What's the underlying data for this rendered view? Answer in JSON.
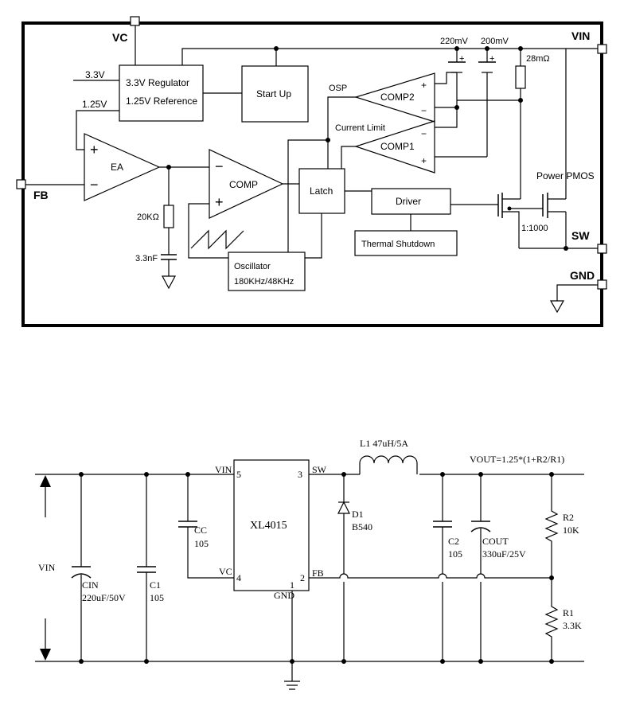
{
  "block": {
    "pins": {
      "vc": "VC",
      "vin": "VIN",
      "fb": "FB",
      "sw": "SW",
      "gnd": "GND"
    },
    "regulator": {
      "line1": "3.3V Regulator",
      "line2": "1.25V Reference"
    },
    "startup": "Start Up",
    "ref_3v3": "3.3V",
    "ref_1v25": "1.25V",
    "ea": "EA",
    "comp": "COMP",
    "comp1": "COMP1",
    "comp2": "COMP2",
    "latch": "Latch",
    "driver": "Driver",
    "thermal": "Thermal Shutdown",
    "oscillator": {
      "line1": "Oscillator",
      "line2": "180KHz/48KHz"
    },
    "osp": "OSP",
    "current_limit": "Current Limit",
    "v220": "220mV",
    "v200": "200mV",
    "sense_res": "28mΩ",
    "r20k": "20KΩ",
    "c3n3": "3.3nF",
    "pmos": "Power PMOS",
    "ratio": "1:1000",
    "plus": "+",
    "minus": "−"
  },
  "app": {
    "chip": "XL4015",
    "pin_vin": "VIN",
    "pin_sw": "SW",
    "pin_vc": "VC",
    "pin_fb": "FB",
    "pin_gnd": "GND",
    "pin5": "5",
    "pin3": "3",
    "pin4": "4",
    "pin2": "2",
    "pin1": "1",
    "inductor": "L1  47uH/5A",
    "vout": "VOUT=1.25*(1+R2/R1)",
    "vin_label": "VIN",
    "cin": {
      "name": "CIN",
      "value": "220uF/50V"
    },
    "c1": {
      "name": "C1",
      "value": "105"
    },
    "cc": {
      "name": "CC",
      "value": "105"
    },
    "d1": {
      "name": "D1",
      "value": "B540"
    },
    "c2": {
      "name": "C2",
      "value": "105"
    },
    "cout": {
      "name": "COUT",
      "value": "330uF/25V"
    },
    "r2": {
      "name": "R2",
      "value": "10K"
    },
    "r1": {
      "name": "R1",
      "value": "3.3K"
    }
  }
}
